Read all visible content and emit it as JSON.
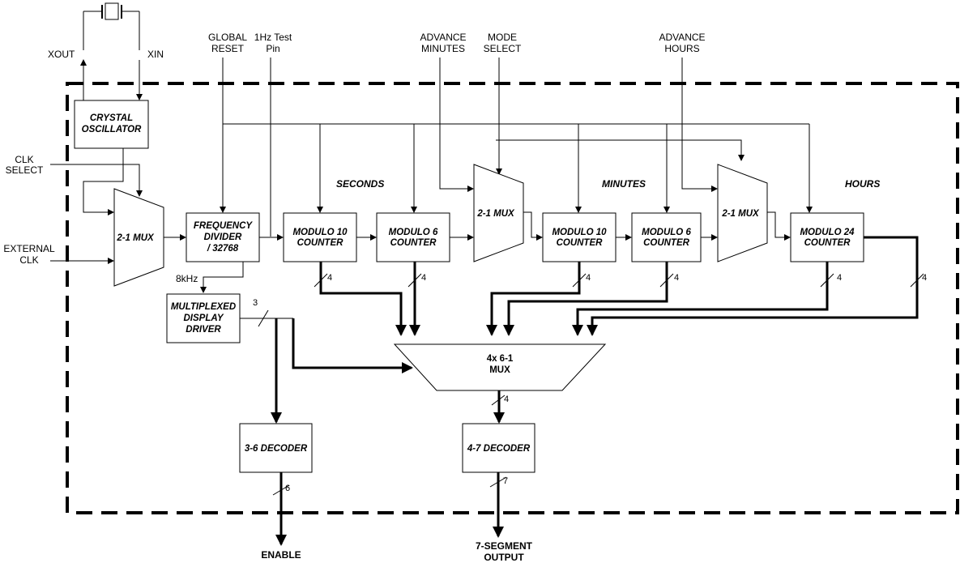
{
  "signals": {
    "xout": "XOUT",
    "xin": "XIN",
    "clk_select": [
      "CLK",
      "SELECT"
    ],
    "external_clk": [
      "EXTERNAL",
      "CLK"
    ],
    "global_reset": [
      "GLOBAL",
      "RESET"
    ],
    "test_pin": [
      "1Hz Test",
      "Pin"
    ],
    "advance_minutes": [
      "ADVANCE",
      "MINUTES"
    ],
    "mode_select": [
      "MODE",
      "SELECT"
    ],
    "advance_hours": [
      "ADVANCE",
      "HOURS"
    ],
    "khz": "8kHz"
  },
  "sections": {
    "seconds": "SECONDS",
    "minutes": "MINUTES",
    "hours": "HOURS"
  },
  "blocks": {
    "crystal": [
      "CRYSTAL",
      "OSCILLATOR"
    ],
    "clk_mux": "2-1 MUX",
    "freq_div": [
      "FREQUENCY",
      "DIVIDER",
      "/ 32768"
    ],
    "sec_mod10": [
      "MODULO 10",
      "COUNTER"
    ],
    "sec_mod6": [
      "MODULO 6",
      "COUNTER"
    ],
    "min_mux": "2-1 MUX",
    "min_mod10": [
      "MODULO 10",
      "COUNTER"
    ],
    "min_mod6": [
      "MODULO 6",
      "COUNTER"
    ],
    "hr_mux": "2-1 MUX",
    "hr_mod24": [
      "MODULO 24",
      "COUNTER"
    ],
    "display_driver": [
      "MULTIPLEXED",
      "DISPLAY",
      "DRIVER"
    ],
    "main_mux": [
      "4x 6-1",
      "MUX"
    ],
    "dec36": "3-6 DECODER",
    "dec47": "4-7 DECODER"
  },
  "bus_widths": {
    "sec_mod10": "4",
    "sec_mod6": "4",
    "min_mod10": "4",
    "min_mod6": "4",
    "hr_a": "4",
    "hr_b": "4",
    "driver": "3",
    "mux_out": "4",
    "dec36_out": "6",
    "dec47_out": "7"
  },
  "outputs": {
    "enable": "ENABLE",
    "seven_segment": [
      "7-SEGMENT",
      "OUTPUT"
    ]
  }
}
